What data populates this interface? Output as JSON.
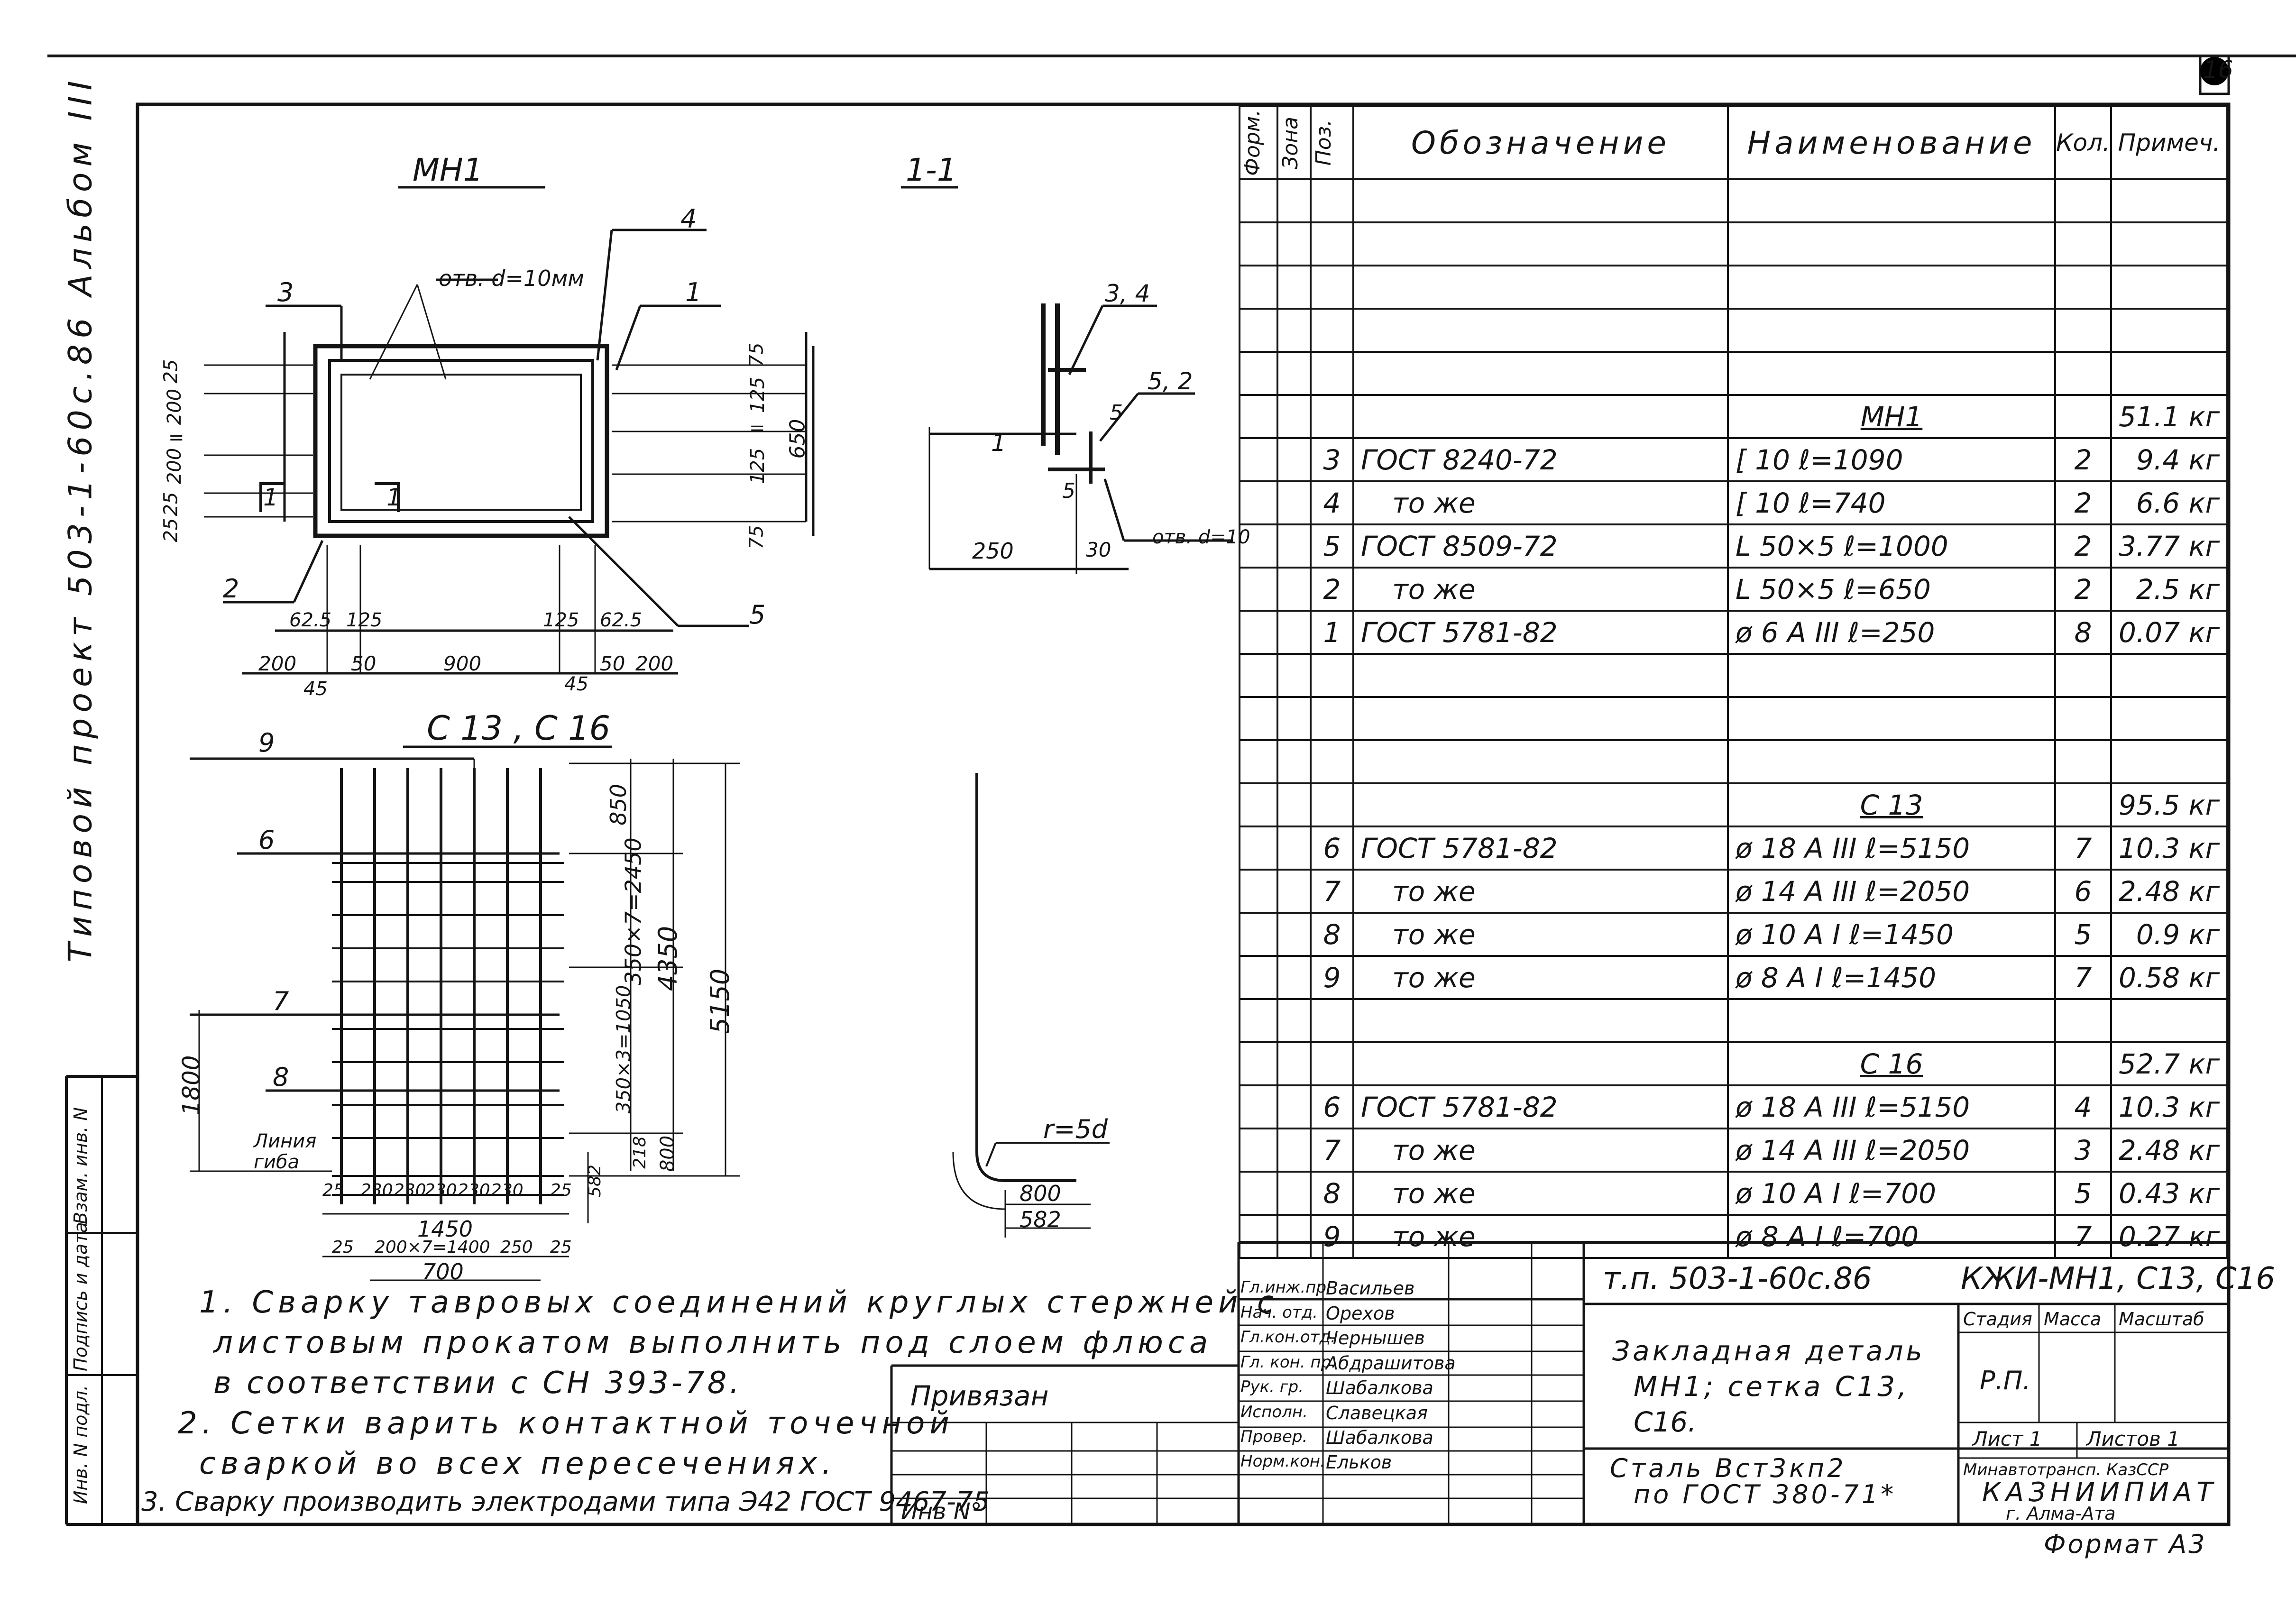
{
  "sheet_number": "16",
  "side_label": "Типовой проект 503-1-60с.86  Альбом III",
  "left_stamp_columns": [
    "Инв. N подл.",
    "Подпись и дата",
    "Взам. инв. N"
  ],
  "views": {
    "mn1_title": "МН1",
    "section_title": "1-1",
    "mesh_title": "С 13 , С 16"
  },
  "mn1_labels": {
    "holes": "отв. d=10мм",
    "pos": [
      "3",
      "4",
      "1",
      "2",
      "5"
    ],
    "section_marks": [
      "1",
      "1"
    ],
    "left_dims": [
      "25",
      "200",
      "=",
      "200",
      "25",
      "25"
    ],
    "right_dims": [
      "75",
      "125",
      "=",
      "125",
      "75"
    ],
    "height": "650",
    "bottom_row1": [
      "62.5",
      "125",
      "125",
      "62.5"
    ],
    "bottom_row2": [
      "200",
      "50",
      "900",
      "50",
      "200"
    ],
    "bottom_row3": [
      "45",
      "45"
    ]
  },
  "section_labels": {
    "pos_34": "3, 4",
    "pos_52": "5, 2",
    "pos_1": "1",
    "pos_5a": "5",
    "pos_5b": "5",
    "width": "250",
    "edge": "30",
    "hole": "отв. d=10"
  },
  "mesh_labels": {
    "pos": [
      "9",
      "6",
      "7",
      "8"
    ],
    "right_dims": [
      "850",
      "350×7=2450",
      "350×3=1050",
      "218",
      "800"
    ],
    "total_inner": "4350",
    "total": "5150",
    "left_dim": "1800",
    "bend_line": "Линия гиба",
    "bottom_spacing": [
      "25",
      "230",
      "230",
      "230",
      "230",
      "230",
      "25"
    ],
    "width_upper": "1450",
    "bottom_row2": [
      "25",
      "200×7=1400",
      "250",
      "25"
    ],
    "width_lower": "700",
    "side_dim": "582",
    "bend_radius": "r=5d",
    "bend_dims": [
      "800",
      "582"
    ]
  },
  "spec_table": {
    "headers": [
      "Форм.",
      "Зона",
      "Поз.",
      "Обозначение",
      "Наименование",
      "Кол.",
      "Примеч."
    ],
    "rows": [
      {
        "type": "empty"
      },
      {
        "type": "empty"
      },
      {
        "type": "empty"
      },
      {
        "type": "empty"
      },
      {
        "type": "empty"
      },
      {
        "type": "group",
        "name": "МН1",
        "note": "51.1 кг"
      },
      {
        "type": "item",
        "pos": "3",
        "designation": "ГОСТ 8240-72",
        "name": "[ 10  ℓ=1090",
        "qty": "2",
        "note": "9.4 кг"
      },
      {
        "type": "item",
        "pos": "4",
        "designation": "то же",
        "name": "[ 10  ℓ=740",
        "qty": "2",
        "note": "6.6 кг"
      },
      {
        "type": "item",
        "pos": "5",
        "designation": "ГОСТ 8509-72",
        "name": "L 50×5  ℓ=1000",
        "qty": "2",
        "note": "3.77 кг"
      },
      {
        "type": "item",
        "pos": "2",
        "designation": "то же",
        "name": "L 50×5  ℓ=650",
        "qty": "2",
        "note": "2.5 кг"
      },
      {
        "type": "item",
        "pos": "1",
        "designation": "ГОСТ 5781-82",
        "name": "ø 6 А III  ℓ=250",
        "qty": "8",
        "note": "0.07 кг"
      },
      {
        "type": "empty"
      },
      {
        "type": "empty"
      },
      {
        "type": "empty"
      },
      {
        "type": "group",
        "name": "С 13",
        "note": "95.5 кг"
      },
      {
        "type": "item",
        "pos": "6",
        "designation": "ГОСТ 5781-82",
        "name": "ø 18 А III  ℓ=5150",
        "qty": "7",
        "note": "10.3 кг"
      },
      {
        "type": "item",
        "pos": "7",
        "designation": "то же",
        "name": "ø 14 А III  ℓ=2050",
        "qty": "6",
        "note": "2.48 кг"
      },
      {
        "type": "item",
        "pos": "8",
        "designation": "то же",
        "name": "ø 10 А I  ℓ=1450",
        "qty": "5",
        "note": "0.9 кг"
      },
      {
        "type": "item",
        "pos": "9",
        "designation": "то же",
        "name": "ø 8 А I  ℓ=1450",
        "qty": "7",
        "note": "0.58 кг"
      },
      {
        "type": "empty"
      },
      {
        "type": "group",
        "name": "С 16",
        "note": "52.7 кг"
      },
      {
        "type": "item",
        "pos": "6",
        "designation": "ГОСТ 5781-82",
        "name": "ø 18 А III  ℓ=5150",
        "qty": "4",
        "note": "10.3 кг"
      },
      {
        "type": "item",
        "pos": "7",
        "designation": "то же",
        "name": "ø 14 А III  ℓ=2050",
        "qty": "3",
        "note": "2.48 кг"
      },
      {
        "type": "item",
        "pos": "8",
        "designation": "то же",
        "name": "ø 10 А I  ℓ=700",
        "qty": "5",
        "note": "0.43 кг"
      },
      {
        "type": "item",
        "pos": "9",
        "designation": "то же",
        "name": "ø 8 А I  ℓ=700",
        "qty": "7",
        "note": "0.27 кг"
      }
    ]
  },
  "notes": [
    "1. Сварку тавровых соединений круглых стержней с",
    "листовым прокатом выполнить под слоем флюса",
    "в соответствии с СН 393-78.",
    "2. Сетки варить контактной точечной",
    "сваркой во всех пересечениях.",
    "3. Сварку производить электродами типа Э42 ГОСТ 9467-75"
  ],
  "binding": {
    "label": "Привязан",
    "inv": "Инв N°"
  },
  "title_block": {
    "code": "т.п. 503-1-60с.86",
    "doc": "КЖИ-МН1, С13, С16",
    "roles": [
      "Гл.инж.пр.",
      "Нач. отд.",
      "Гл.кон.отд.",
      "Гл. кон. пр.",
      "Рук. гр.",
      "Исполн.",
      "Провер.",
      "Норм.кон."
    ],
    "names": [
      "Васильев",
      "Орехов",
      "Чернышев",
      "Абдрашитова",
      "Шабалкова",
      "Славецкая",
      "Шабалкова",
      "Ельков"
    ],
    "description": [
      "Закладная деталь",
      "МН1; сетка С13,",
      "С16."
    ],
    "material": [
      "Сталь Вст3кп2",
      "по ГОСТ 380-71*"
    ],
    "stage_label": "Стадия",
    "mass_label": "Масса",
    "scale_label": "Масштаб",
    "stage": "Р.П.",
    "sheet_label": "Лист 1",
    "sheets_label": "Листов 1",
    "org_line1": "Минавтотрансп. КазССР",
    "org_name": "КАЗНИИПИАТ",
    "org_city": "г. Алма-Ата",
    "format": "Формат А3"
  }
}
